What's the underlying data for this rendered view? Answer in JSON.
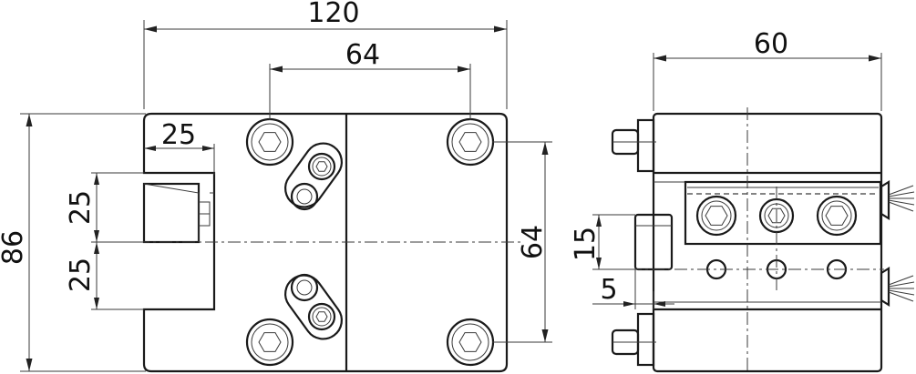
{
  "dimensions": {
    "overall_width": "120",
    "hole_spacing_horizontal": "64",
    "side_depth": "60",
    "slot_width": "25",
    "upper_offset": "25",
    "lower_offset": "25",
    "overall_height": "86",
    "hole_spacing_vertical": "64",
    "side_feature_height": "15",
    "side_feature_offset": "5"
  },
  "colors": {
    "line": "#1a1a1a",
    "background": "#ffffff"
  }
}
